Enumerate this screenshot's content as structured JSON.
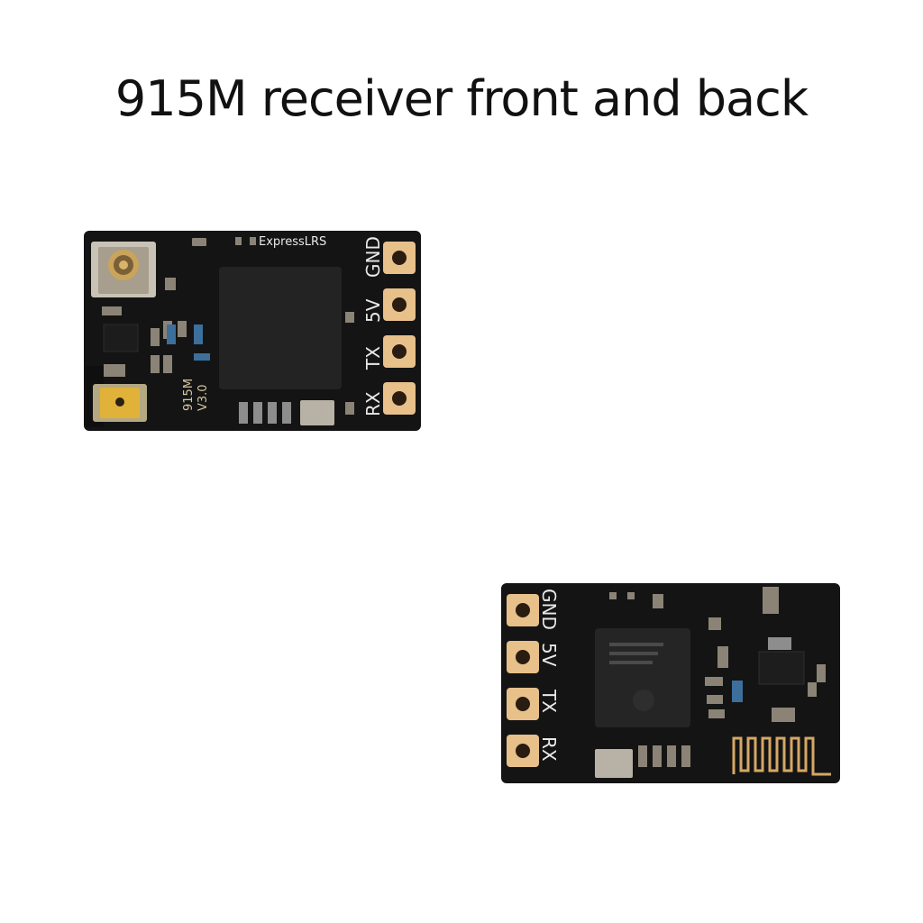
{
  "title": "915M receiver front and back",
  "front": {
    "brand": "ExpressLRS",
    "model": "915M",
    "version": "V3.0",
    "pads": [
      "GND",
      "5V",
      "TX",
      "RX"
    ]
  },
  "back": {
    "pads": [
      "GND",
      "5V",
      "TX",
      "RX"
    ]
  }
}
